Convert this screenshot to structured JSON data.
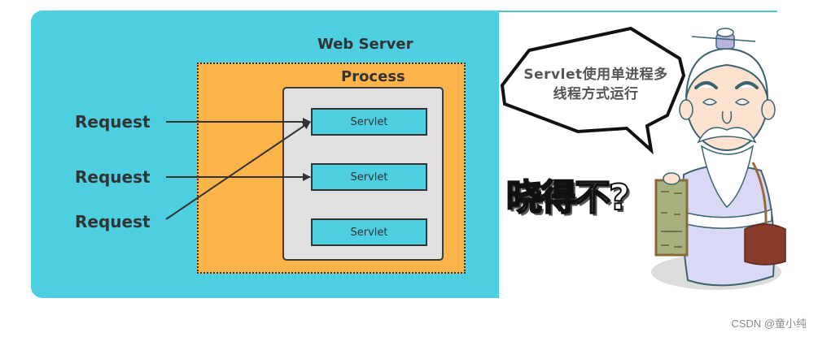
{
  "diagram": {
    "title": "Web Server",
    "process_label": "Process",
    "requests": [
      "Request",
      "Request",
      "Request"
    ],
    "servlets": [
      "Servlet",
      "Servlet",
      "Servlet"
    ],
    "colors": {
      "panel": "#4dcfe1",
      "process": "#fdb44b",
      "container": "#e0e0e0",
      "servlet": "#4dcfe1",
      "stroke": "#333333"
    }
  },
  "cartoon": {
    "speech_bubble": [
      "Servlet使用单进程多",
      "线程方式运行"
    ],
    "caption": "晓得不?",
    "colors": {
      "robe": "#d9d8f5",
      "skin": "#fde3cf",
      "scroll": "#a8b07c",
      "bag": "#8a3a28"
    }
  },
  "watermark": "CSDN @童小纯"
}
